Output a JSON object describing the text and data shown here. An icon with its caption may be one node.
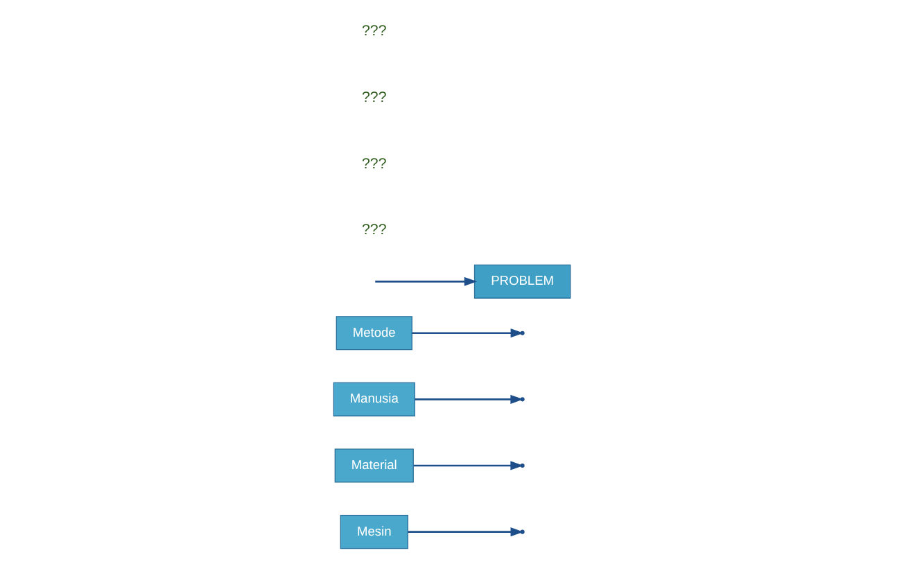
{
  "diagram": {
    "nodes": [
      {
        "text": [
          "Mesin"
        ]
      },
      {
        "text": [
          "Material"
        ]
      },
      {
        "text": [
          "Manusia"
        ]
      },
      {
        "text": [
          "Metode"
        ]
      },
      {
        "text": [
          "PROBLEM"
        ]
      }
    ],
    "edges": [
      {
        "from": null,
        "to": 4,
        "arrow": "to"
      },
      {
        "from": 0,
        "to": null,
        "arrow": "to"
      },
      {
        "from": 1,
        "to": null,
        "arrow": "to"
      },
      {
        "from": 2,
        "to": null,
        "arrow": "to"
      },
      {
        "from": 3,
        "to": null,
        "arrow": "to"
      }
    ],
    "labels": [
      "???",
      "???",
      "???",
      "???"
    ]
  }
}
